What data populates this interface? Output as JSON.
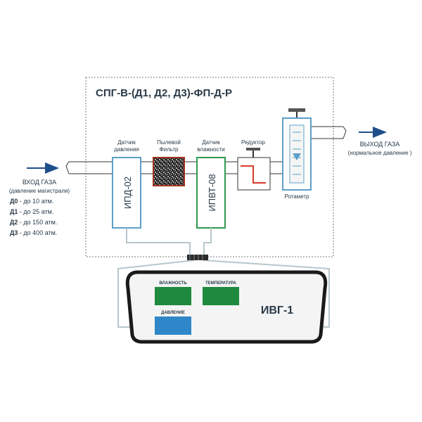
{
  "title": "СПГ-В-(Д1, Д2, Д3)-ФП-Д-Р",
  "gas_in": {
    "label": "ВХОД ГАЗА",
    "note": "(давление магистрали)",
    "ranges": [
      {
        "code": "Д0",
        "text": " - до 10 атм."
      },
      {
        "code": "Д1",
        "text": " - до 25 атм."
      },
      {
        "code": "Д2",
        "text": " - до 150 атм."
      },
      {
        "code": "Д3",
        "text": " - до 400 атм."
      }
    ]
  },
  "gas_out": {
    "label": "ВЫХОД ГАЗА",
    "note": "(нормальное давление )"
  },
  "components": {
    "pressure_sensor": {
      "caption_1": "Датчик",
      "caption_2": "давления",
      "name": "ИПД-02"
    },
    "dust_filter": {
      "caption_1": "Пылевой",
      "caption_2": "Фильтр"
    },
    "humidity_sensor": {
      "caption_1": "Датчик",
      "caption_2": "влажности",
      "name": "ИПВТ-08"
    },
    "reducer": {
      "caption": "Редуктор"
    },
    "rotameter": {
      "caption": "Ротаметр"
    }
  },
  "device": {
    "name": "ИВГ-1",
    "humidity_label": "ВЛАЖНОСТЬ",
    "temperature_label": "ТЕМПЕРАТУРА",
    "pressure_label": "ДАВЛЕНИЕ"
  },
  "colors": {
    "frame": "#7a7a7a",
    "pipe": "#333333",
    "sensor_blue_border": "#5aa0c8",
    "sensor_green_border": "#2e9a4e",
    "display_green": "#1f8a3e",
    "display_blue": "#2f86c8",
    "reducer_red": "#d63a2a",
    "arrow": "#1f4e8c",
    "wire": "#b8c6cc"
  }
}
